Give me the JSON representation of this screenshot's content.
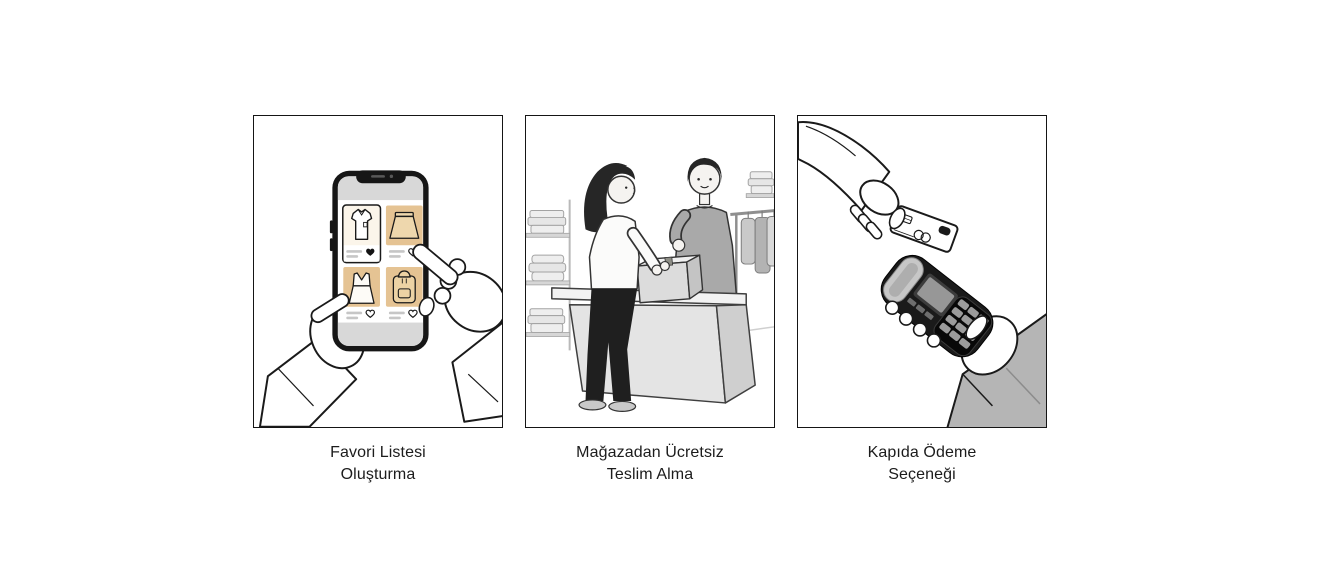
{
  "page": {
    "background_color": "#ffffff",
    "frame_border_color": "#151515",
    "caption_text_color": "#1c1c1c"
  },
  "section": {
    "cards": [
      {
        "illustration": "phone-favorites",
        "label_line1": "Favori Listesi",
        "label_line2": "Oluşturma"
      },
      {
        "illustration": "store-pickup",
        "label_line1": "Mağazadan Ücretsiz",
        "label_line2": "Teslim Alma"
      },
      {
        "illustration": "card-payment",
        "label_line1": "Kapıda Ödeme",
        "label_line2": "Seçeneği"
      }
    ],
    "colors": {
      "ink": "#1a1a1a",
      "accent_beige": "#e5c393",
      "beige_light": "#eed7ad",
      "ui_gray": "#d8d8d8",
      "placeholder_line_gray": "#c6c6c6",
      "sweater_gray": "#a9a9a9",
      "sleeve_gray": "#b5b5b5",
      "hair_dark": "#262626"
    }
  }
}
